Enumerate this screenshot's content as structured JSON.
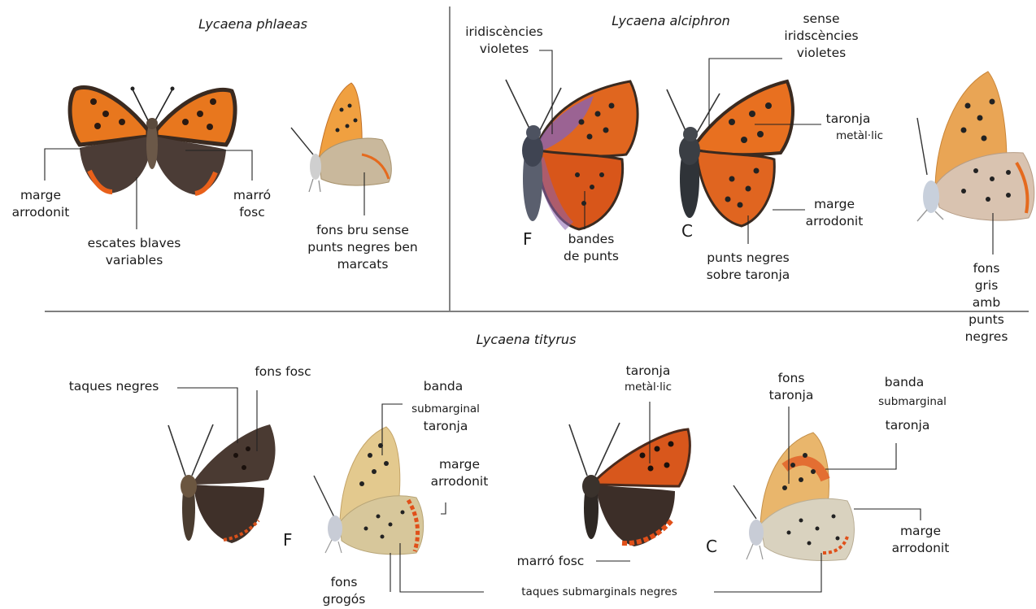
{
  "species": {
    "phlaeas": "Lycaena phlaeas",
    "alciphron": "Lycaena alciphron",
    "tityrus": "Lycaena tityrus"
  },
  "labels": {
    "phlaeas_marge": "marge\narrodonit",
    "phlaeas_escates": "escates blaves\nvariables",
    "phlaeas_marro": "marró\nfosc",
    "phlaeas_fons": "fons bru sense\npunts negres ben\nmarcats",
    "alc_iridiscencies": "iridiscències\nvioletes",
    "alc_sense": "sense\niridscències\nvioletes",
    "alc_taronja_1": "taronja",
    "alc_taronja_2": "metàl·lic",
    "alc_bandes": "bandes\nde punts",
    "alc_marge": "marge\narrodonit",
    "alc_punts": "punts negres\nsobre taronja",
    "alc_fons": "fons gris amb\npunts negres",
    "tit_taques": "taques negres",
    "tit_fons_fosc": "fons fosc",
    "tit_banda_1": "banda",
    "tit_banda_2": "submarginal",
    "tit_banda_3": "taronja",
    "tit_marge_1": "marge\narrodonit",
    "tit_fons_grogos": "fons\ngrogós",
    "tit_taronja_1": "taronja",
    "tit_taronja_2": "metàl·lic",
    "tit_marro": "marró fosc",
    "tit_taques_sub": "taques submarginals negres",
    "tit_fons_taronja": "fons\ntaronja",
    "tit_banda2_1": "banda",
    "tit_banda2_2": "submarginal",
    "tit_banda2_3": "taronja",
    "tit_marge_2": "marge\narrodonit"
  },
  "sex_marks": {
    "female": "F",
    "male": "C"
  },
  "colors": {
    "copper": "#e0661f",
    "copper_light": "#f39a3c",
    "dark_brown": "#4a3b33",
    "violet": "#8a63b0",
    "grey_beige": "#d9c9b4",
    "yellowish": "#d8c98a",
    "line": "#222222"
  }
}
